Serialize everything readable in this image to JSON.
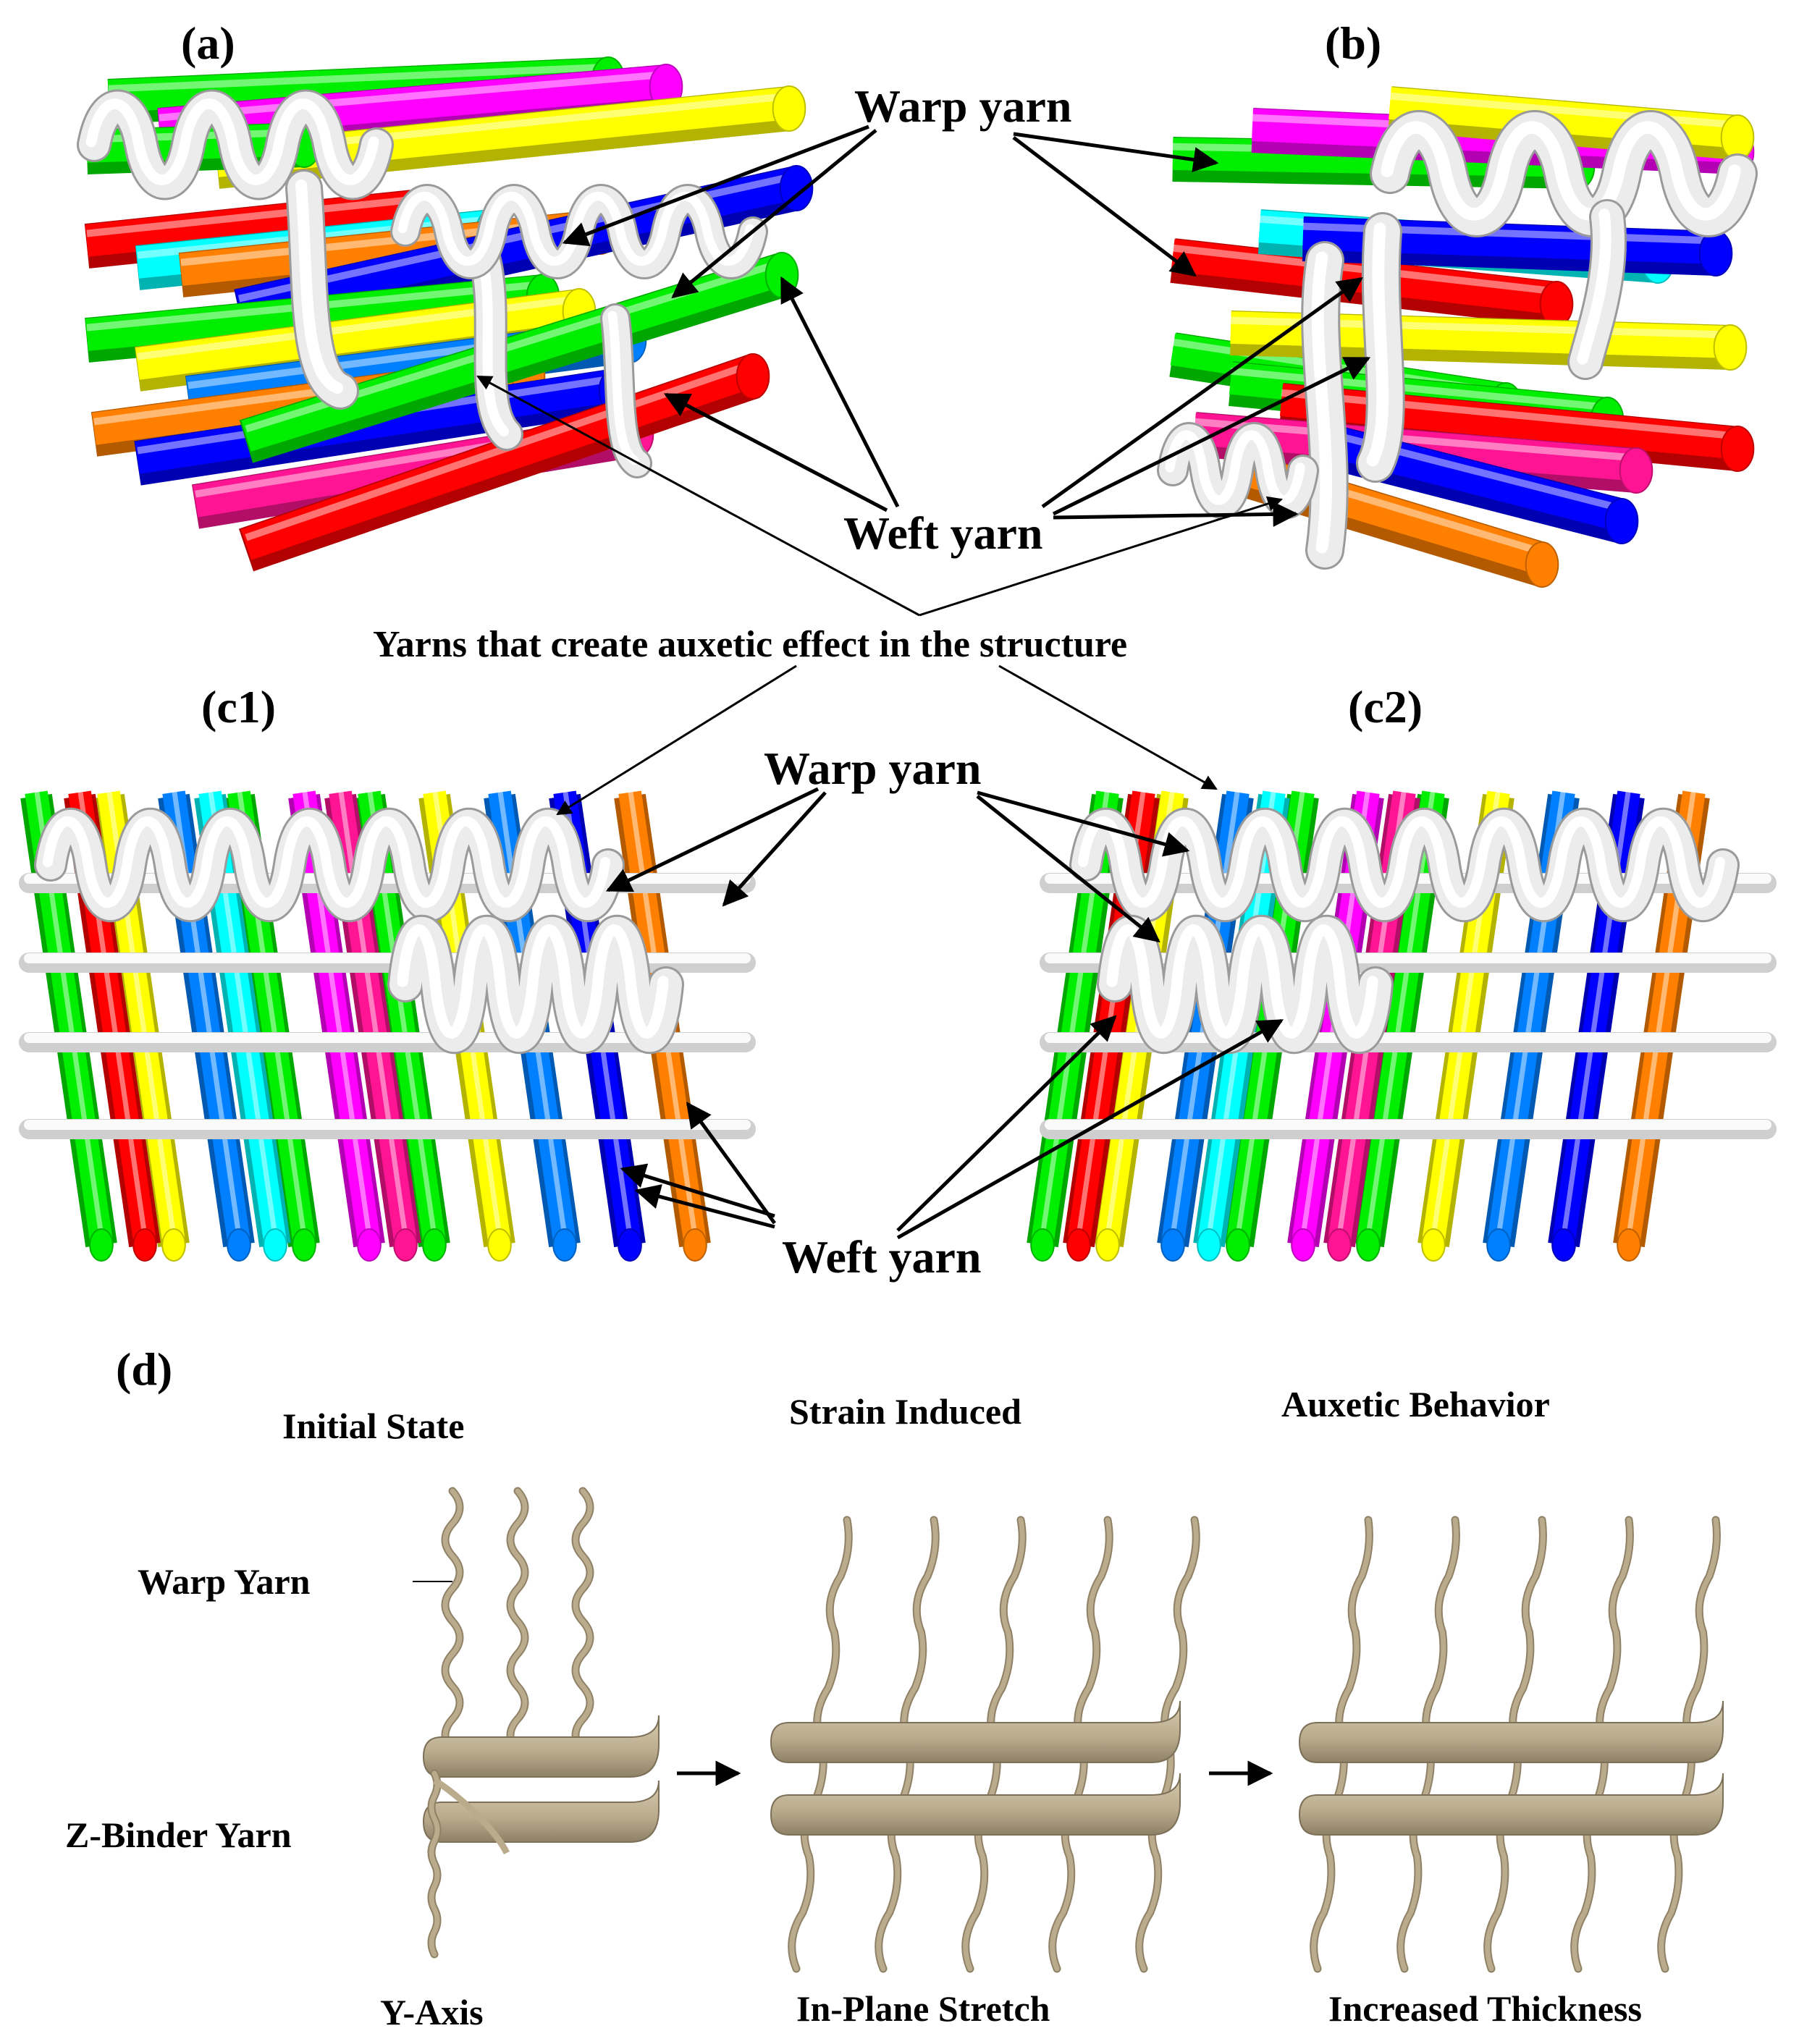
{
  "panels": {
    "a": "(a)",
    "b": "(b)",
    "c1": "(c1)",
    "c2": "(c2)",
    "d": "(d)"
  },
  "labels": {
    "warp_yarn_top": "Warp yarn",
    "weft_yarn_top": "Weft yarn",
    "auxetic_note": "Yarns that create auxetic effect in the structure",
    "warp_yarn_mid": "Warp yarn",
    "weft_yarn_mid": "Weft yarn"
  },
  "stages": {
    "initial": "Initial State",
    "strain": "Strain Induced",
    "auxetic": "Auxetic Behavior"
  },
  "side_labels": {
    "warp": "Warp Yarn",
    "zbinder": "Z-Binder Yarn"
  },
  "bottom_labels": {
    "y_axis": "Y-Axis",
    "stretch": "In-Plane Stretch",
    "thickness": "Increased Thickness"
  },
  "colors": {
    "yarn_colors": [
      "#00ee00",
      "#ff0000",
      "#0000ff",
      "#ffff00",
      "#ff00ff",
      "#00ffff",
      "#ff8000",
      "#0080ff",
      "#ff1493"
    ],
    "weft_white": "#f2f2f2",
    "tan_yarn": "#b9ab8c"
  }
}
